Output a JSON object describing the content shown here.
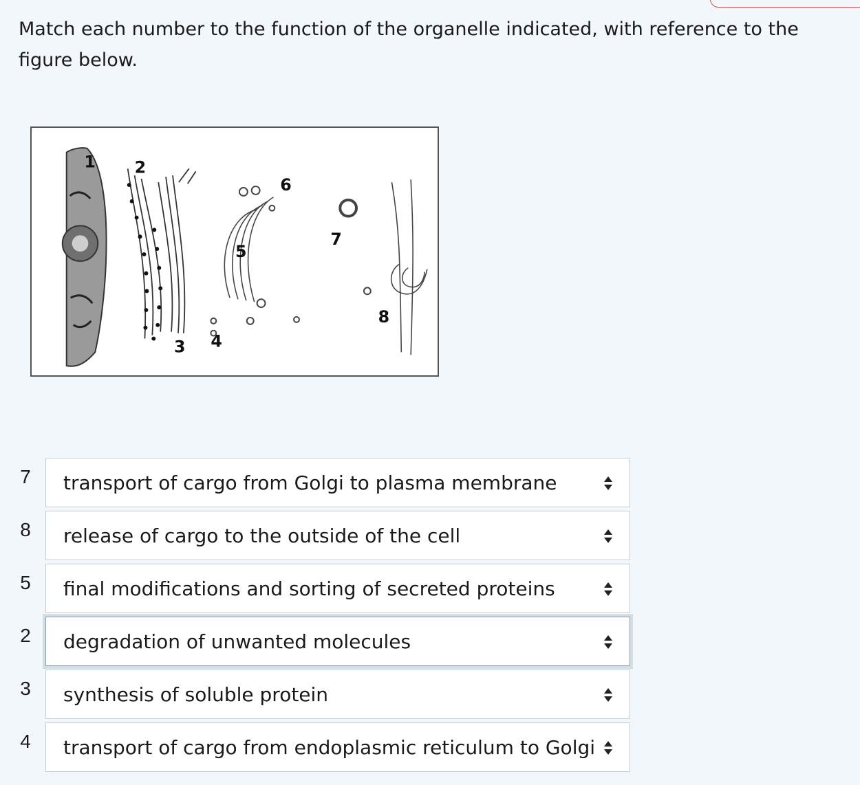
{
  "question": {
    "text": "Match each number to the function of the organelle indicated, with reference to the figure below."
  },
  "figure": {
    "labels": [
      "1",
      "2",
      "3",
      "4",
      "5",
      "6",
      "7",
      "8"
    ]
  },
  "matches": [
    {
      "number": "7",
      "selected": "transport of cargo from Golgi to plasma membrane"
    },
    {
      "number": "8",
      "selected": "release of cargo to the outside of the cell"
    },
    {
      "number": "5",
      "selected": "final modifications and sorting of secreted proteins"
    },
    {
      "number": "2",
      "selected": "degradation of unwanted molecules"
    },
    {
      "number": "3",
      "selected": "synthesis of soluble protein"
    },
    {
      "number": "4",
      "selected": "transport of cargo from endoplasmic reticulum to Golgi"
    }
  ],
  "icons": {
    "dropdown": "up-down-caret-icon"
  },
  "colors": {
    "background": "#f1f7fb",
    "focus_ring": "#d2dfe6",
    "accent_tab": "#d9534f"
  }
}
